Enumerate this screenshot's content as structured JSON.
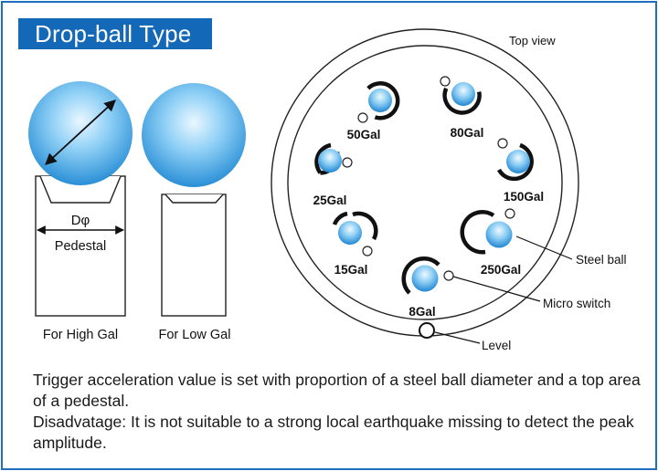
{
  "title": "Drop-ball Type",
  "left": {
    "d_label": "Dφ",
    "pedestal_label": "Pedestal",
    "high_caption": "For High Gal",
    "low_caption": "For Low Gal"
  },
  "right": {
    "top_view_label": "Top view",
    "switches": [
      {
        "label": "50Gal"
      },
      {
        "label": "80Gal"
      },
      {
        "label": "25Gal"
      },
      {
        "label": "150Gal"
      },
      {
        "label": "15Gal"
      },
      {
        "label": "250Gal"
      },
      {
        "label": "8Gal"
      }
    ],
    "callouts": {
      "steel_ball": "Steel ball",
      "micro_switch": "Micro switch",
      "level": "Level"
    }
  },
  "description": {
    "line1": "Trigger acceleration value is set with proportion of a steel ball diameter and a top area of a pedestal.",
    "line2": "Disadvatage:  It is not suitable to a strong local earthquake missing to detect the peak amplitude."
  },
  "colors": {
    "accent": "#1468b8",
    "border": "#1f6fbf",
    "ball_light": "#e6f5ff",
    "ball_dark": "#2a8fd6"
  }
}
